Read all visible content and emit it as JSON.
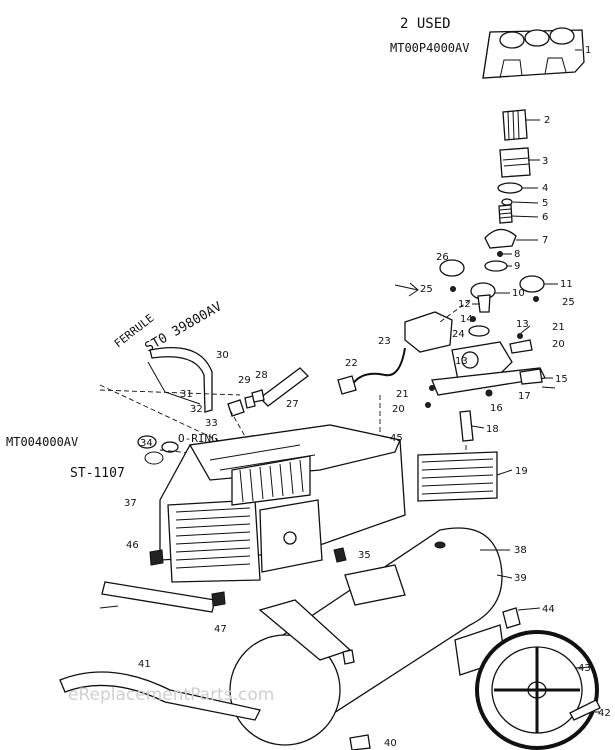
{
  "handwritten": {
    "qty_note": "2 USED",
    "cover_part_no": "MT00P4000AV",
    "ferrule_word": "FERRULE",
    "ferrule_part_no": "ST0 39800AV",
    "left_part_no": "MT004000AV",
    "oring_note": "O-RING",
    "st_part_no": "ST-1107"
  },
  "callouts": [
    "1",
    "2",
    "3",
    "4",
    "5",
    "6",
    "7",
    "8",
    "9",
    "10",
    "11",
    "12",
    "13",
    "14",
    "15",
    "16",
    "17",
    "18",
    "19",
    "20",
    "21",
    "22",
    "23",
    "24",
    "25",
    "26",
    "27",
    "28",
    "29",
    "30",
    "31",
    "32",
    "33",
    "34",
    "35",
    "37",
    "38",
    "39",
    "40",
    "41",
    "42",
    "43",
    "44",
    "45",
    "46",
    "47"
  ],
  "watermark": "eReplacementParts.com"
}
